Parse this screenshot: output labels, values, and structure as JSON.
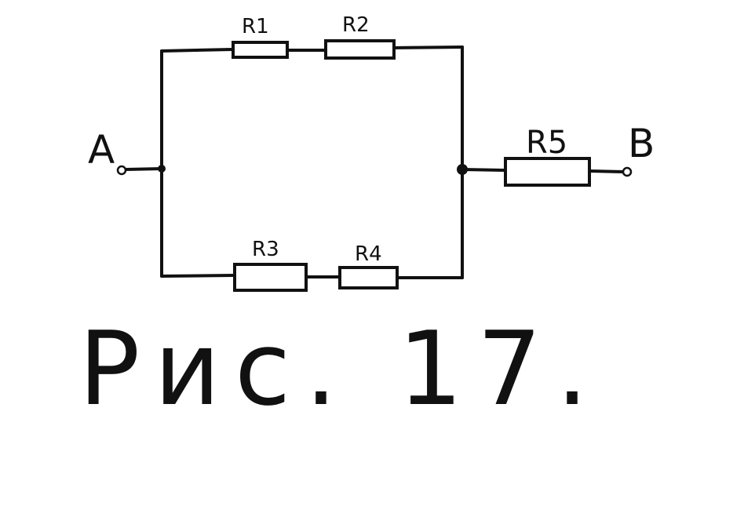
{
  "diagram": {
    "terminals": {
      "a": "A",
      "b": "B"
    },
    "resistors": {
      "r1": "R1",
      "r2": "R2",
      "r3": "R3",
      "r4": "R4",
      "r5": "R5"
    },
    "caption": "Рис. 17."
  }
}
